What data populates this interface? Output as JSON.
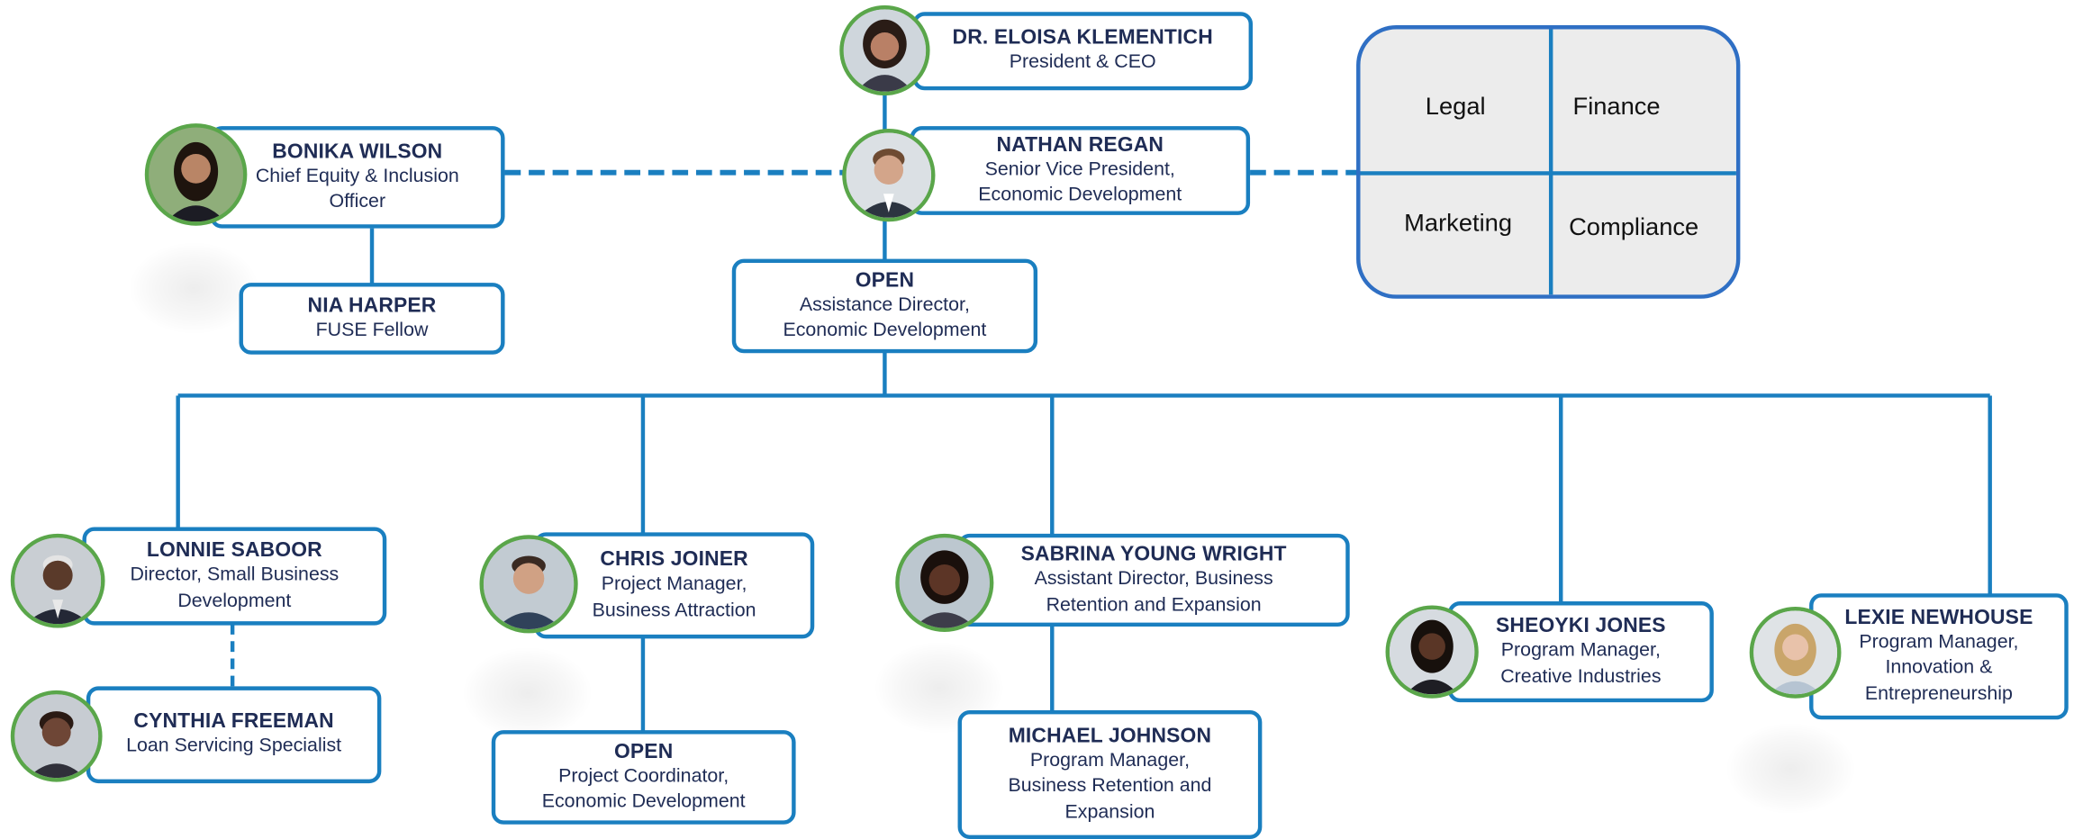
{
  "support_units": {
    "legal": "Legal",
    "finance": "Finance",
    "marketing": "Marketing",
    "compliance": "Compliance"
  },
  "people": {
    "ceo": {
      "name": "DR. ELOISA KLEMENTICH",
      "title": [
        "President & CEO"
      ]
    },
    "svp": {
      "name": "NATHAN REGAN",
      "title": [
        "Senior Vice President,",
        "Economic Development"
      ]
    },
    "equity": {
      "name": "BONIKA WILSON",
      "title": [
        "Chief Equity & Inclusion",
        "Officer"
      ]
    },
    "fellow": {
      "name": "NIA HARPER",
      "title": [
        "FUSE Fellow"
      ]
    },
    "asst_dir": {
      "name": "OPEN",
      "title": [
        "Assistance Director,",
        "Economic Development"
      ]
    },
    "small_biz": {
      "name": "LONNIE SABOOR",
      "title": [
        "Director, Small Business",
        "Development"
      ]
    },
    "loan": {
      "name": "CYNTHIA FREEMAN",
      "title": [
        "Loan Servicing Specialist"
      ]
    },
    "attraction": {
      "name": "CHRIS JOINER",
      "title": [
        "Project Manager,",
        "Business Attraction"
      ]
    },
    "coordinator": {
      "name": "OPEN",
      "title": [
        "Project Coordinator,",
        "Economic Development"
      ]
    },
    "retention": {
      "name": "SABRINA YOUNG WRIGHT",
      "title": [
        "Assistant Director, Business",
        "Retention and Expansion"
      ]
    },
    "retention_pm": {
      "name": "MICHAEL JOHNSON",
      "title": [
        "Program Manager,",
        "Business Retention and",
        "Expansion"
      ]
    },
    "creative": {
      "name": "SHEOYKI JONES",
      "title": [
        "Program Manager,",
        "Creative Industries"
      ]
    },
    "innovation": {
      "name": "LEXIE NEWHOUSE",
      "title": [
        "Program Manager,",
        "Innovation &",
        "Entrepreneurship"
      ]
    }
  },
  "colors": {
    "connector": "#1a7fc0",
    "box_border": "#1a7fc0",
    "photo_ring": "#5aa64a",
    "text": "#1f2c55",
    "support_fill": "#ececec",
    "support_border": "#2f6fc4"
  }
}
